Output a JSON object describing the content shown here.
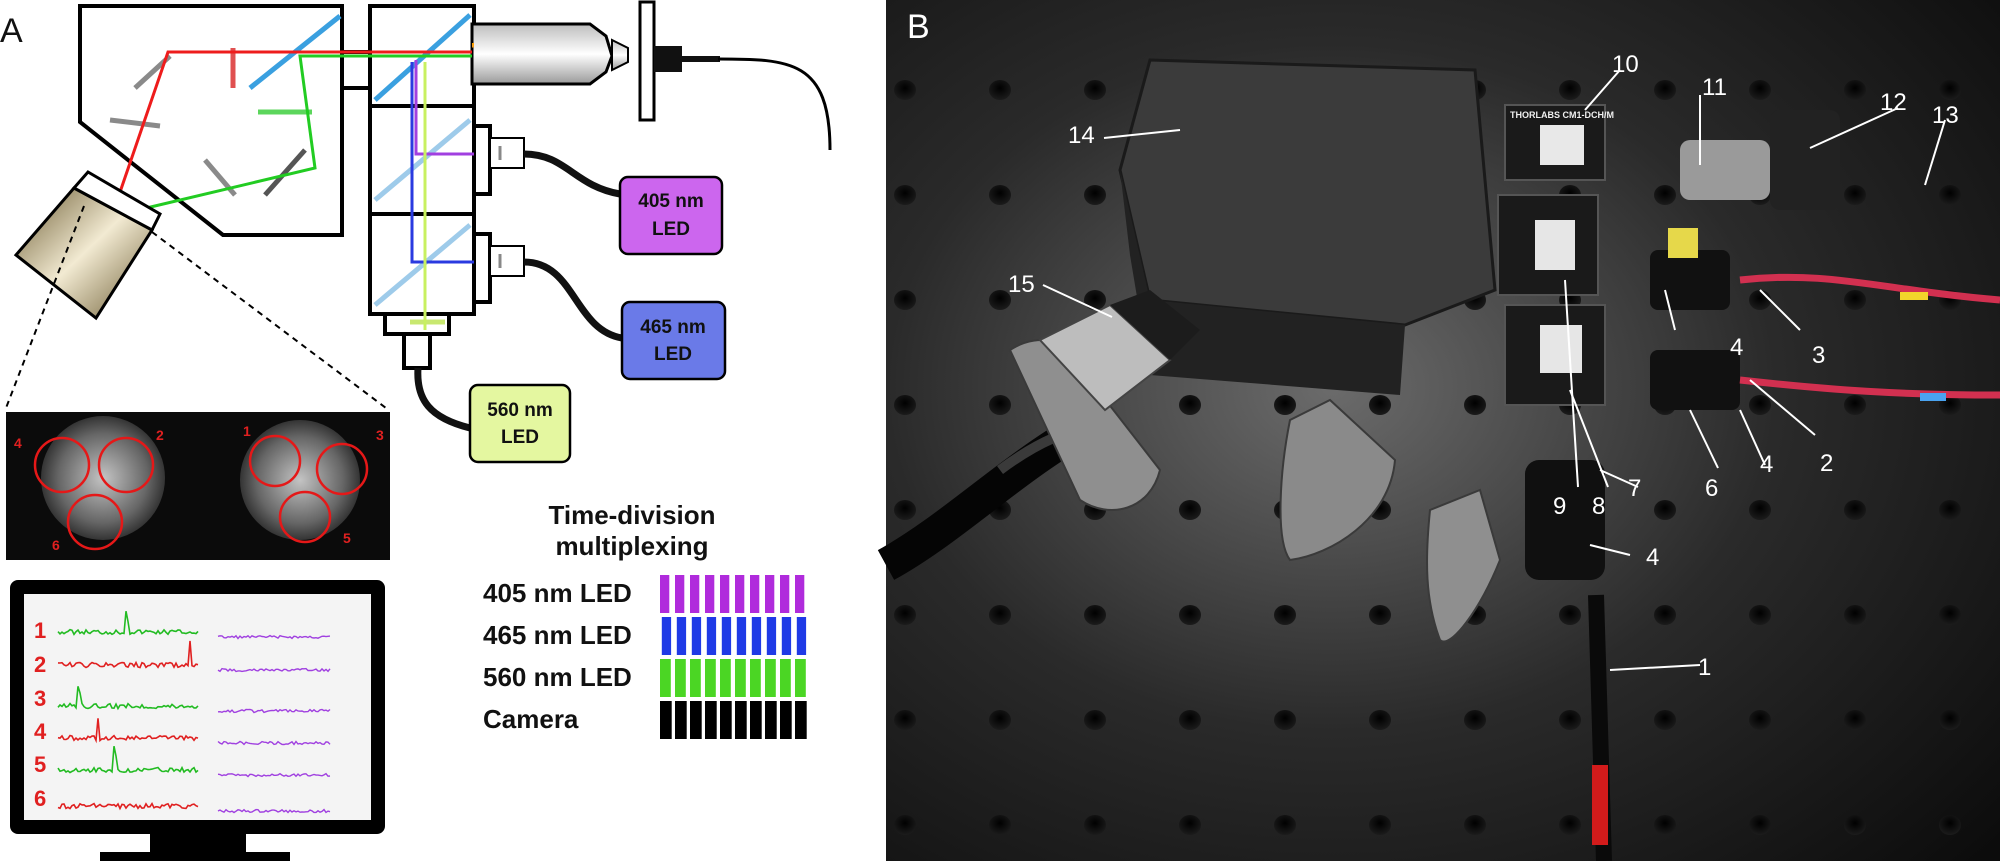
{
  "panel_a": {
    "letter": "A",
    "leds": [
      {
        "line1": "405 nm",
        "line2": "LED",
        "color": "#cc66ee"
      },
      {
        "line1": "465 nm",
        "line2": "LED",
        "color": "#6a7ae8"
      },
      {
        "line1": "560 nm",
        "line2": "LED",
        "color": "#e4f7a0"
      }
    ],
    "roi_labels": [
      "4",
      "2",
      "6",
      "1",
      "3",
      "5"
    ],
    "trace_labels": [
      "1",
      "2",
      "3",
      "4",
      "5",
      "6"
    ],
    "trace_colors": [
      "#22bb22",
      "#e02020",
      "#22bb22",
      "#e02020",
      "#22bb22",
      "#e02020"
    ],
    "reference_trace_color": "#a040e0",
    "tdm": {
      "title_line1": "Time-division",
      "title_line2": "multiplexing",
      "rows": [
        {
          "label": "405 nm LED",
          "color": "#b02bdc"
        },
        {
          "label": "465 nm LED",
          "color": "#1f3ae6"
        },
        {
          "label": "560 nm LED",
          "color": "#4bd624"
        },
        {
          "label": "Camera",
          "color": "#000000"
        }
      ],
      "cycles": 10
    }
  },
  "panel_b": {
    "letter": "B",
    "cube_stamp_top": "THORLABS CM1-DCH/M",
    "labels": [
      "1",
      "2",
      "3",
      "4",
      "4",
      "4",
      "6",
      "7",
      "8",
      "9",
      "10",
      "11",
      "12",
      "13",
      "14",
      "15"
    ]
  }
}
